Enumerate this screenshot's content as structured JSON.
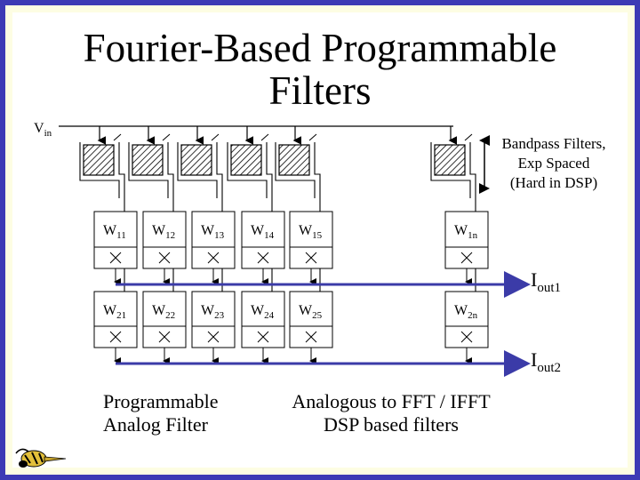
{
  "slide": {
    "title_lines": [
      "Fourier-Based Programmable",
      "Filters"
    ],
    "vin_label": {
      "main": "V",
      "sub": "in"
    },
    "bandpass_note": [
      "Bandpass Filters,",
      "Exp Spaced",
      "(Hard in DSP)"
    ],
    "iout1_label": {
      "main": "I",
      "sub": "out1"
    },
    "iout2_label": {
      "main": "I",
      "sub": "out2"
    },
    "caption_left": [
      "Programmable",
      "Analog Filter"
    ],
    "caption_right": [
      "Analogous to FFT / IFFT",
      "DSP based filters"
    ],
    "weights_row1": [
      {
        "main": "W",
        "sub": "11"
      },
      {
        "main": "W",
        "sub": "12"
      },
      {
        "main": "W",
        "sub": "13"
      },
      {
        "main": "W",
        "sub": "14"
      },
      {
        "main": "W",
        "sub": "15"
      },
      {
        "main": "W",
        "sub": "1n"
      }
    ],
    "weights_row2": [
      {
        "main": "W",
        "sub": "21"
      },
      {
        "main": "W",
        "sub": "22"
      },
      {
        "main": "W",
        "sub": "23"
      },
      {
        "main": "W",
        "sub": "24"
      },
      {
        "main": "W",
        "sub": "25"
      },
      {
        "main": "W",
        "sub": "2n"
      }
    ],
    "colors": {
      "frame": "#3d3ab5",
      "frame_fill": "#fdfde3",
      "output_bus": "#3b3ba8",
      "line": "#000000"
    },
    "icons": {
      "logo": "yellow-jacket-mascot-icon",
      "multiplier": "multiply-cross-icon",
      "filter": "hatched-filter-block-icon"
    }
  }
}
